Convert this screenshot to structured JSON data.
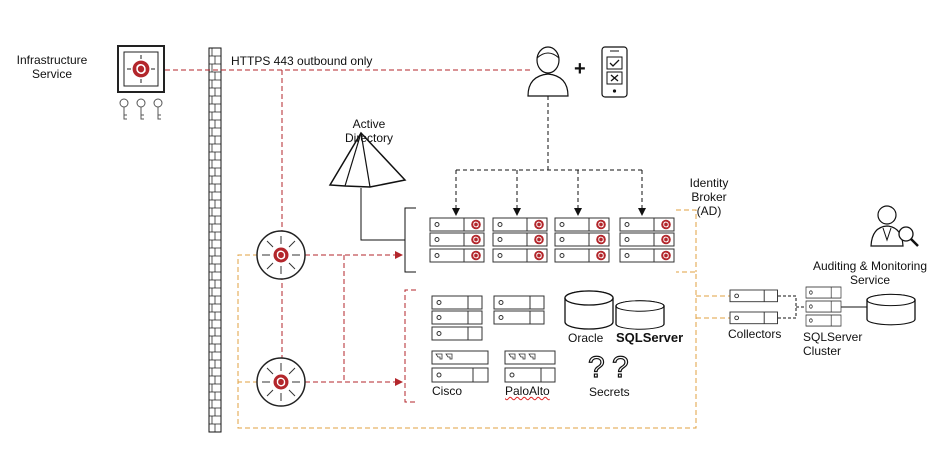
{
  "labels": {
    "infra": "Infrastructure\nService",
    "https": "HTTPS 443 outbound only",
    "active_directory": "Active\nDirectory",
    "identity_broker": "Identity\nBroker\n(AD)",
    "auditing": "Auditing & Monitoring\nService",
    "oracle": "Oracle",
    "sqlserver": "SQLServer",
    "cisco": "Cisco",
    "paloalto": "PaloAlto",
    "secrets": "Secrets",
    "collectors": "Collectors",
    "sqlserver_cluster": "SQLServer\nCluster",
    "plus": "+"
  },
  "colors": {
    "red": "#b3262b",
    "orange": "#e0a040",
    "dark": "#111111",
    "gray": "#666666"
  },
  "icons": {
    "infra": "vault-icon",
    "keys": "key-icon",
    "user": "user-icon",
    "phone": "mfa-phone-icon",
    "auditor": "auditor-icon"
  }
}
